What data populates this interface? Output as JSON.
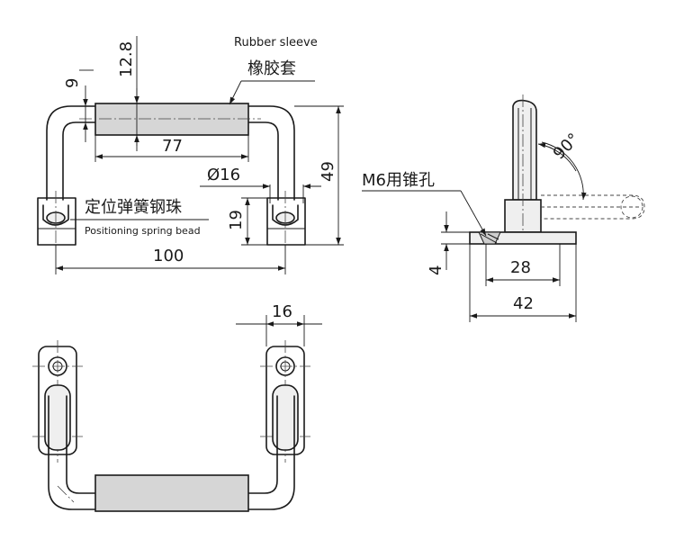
{
  "annotations": {
    "sleeve_en": "Rubber sleeve",
    "sleeve_cn": "橡胶套",
    "bead_cn": "定位弹簧钢珠",
    "bead_en": "Positioning spring bead",
    "hole_label": "M6用锥孔"
  },
  "dimensions": {
    "d_12_8": "12.8",
    "d_9": "9",
    "d_77": "77",
    "d_phi16": "Ø16",
    "d_49": "49",
    "d_19": "19",
    "d_100": "100",
    "d_90deg": "90°",
    "d_4": "4",
    "d_28": "28",
    "d_42": "42",
    "d_16": "16"
  }
}
